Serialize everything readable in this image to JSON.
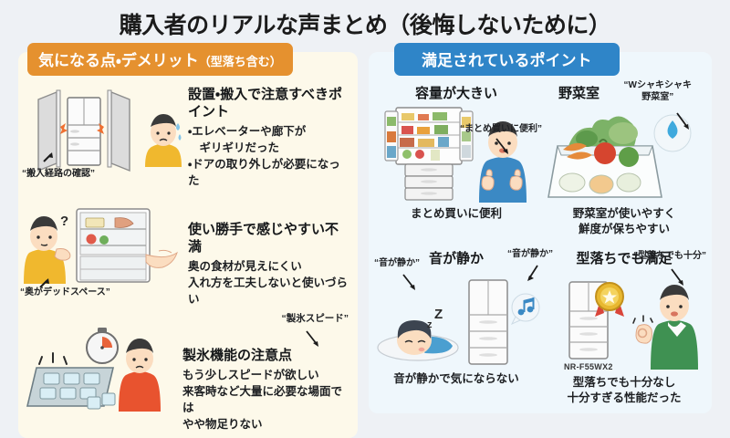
{
  "page_title": "購入者のリアルな声まとめ（後悔しないために）",
  "colors": {
    "background": "#eef1f5",
    "left_header": "#e5912f",
    "left_panel": "#fdf9ea",
    "right_header": "#2f85c8",
    "right_panel": "#eff7fc"
  },
  "left_panel": {
    "header_main": "気になる点・デメリット",
    "header_sub": "（型落ち含む）",
    "blocks": [
      {
        "heading": "設置・搬入で注意すべきポイント",
        "body": "・エレベーターや廊下が\n　ギリギリだった\n・ドアの取り外しが必要になった",
        "quote": "“搬入経路の確認”",
        "art": "doorway-fridge-icon"
      },
      {
        "heading": "使い勝手で感じやすい不満",
        "body": "奥の食材が見えにくい\n入れ方を工夫しないと使いづらい",
        "quote": "“奥がデッドスペース”",
        "art": "open-fridge-person-icon"
      },
      {
        "heading": "製氷機能の注意点",
        "body": "もう少しスピードが欲しい\n来客時など大量に必要な場面では\nやや物足りない",
        "quote": "“製氷スピード”",
        "art": "ice-tray-timer-icon"
      }
    ]
  },
  "right_panel": {
    "header": "満足されているポイント",
    "cells": [
      {
        "heading": "容量が大きい",
        "quote": "“まとめ買いに便利”",
        "caption": "まとめ買いに便利",
        "art": "stocked-fridge-thumbsup-icon"
      },
      {
        "heading": "野菜室",
        "quote": "“Wシャキシャキ\n野菜室”",
        "caption": "野菜室が使いやすく\n鮮度が保ちやすい",
        "art": "vegetable-drawer-icon"
      },
      {
        "heading": "音が静か",
        "quote": "“音が静か”",
        "quote2": "“音が静か”",
        "caption": "音が静かで気にならない",
        "art": "sleeping-person-quiet-fridge-icon"
      },
      {
        "heading": "型落ちでも満足",
        "quote": "“型落ちでも十分”",
        "model_number": "NR-F55WX2",
        "caption": "型落ちでも十分なし\n十分すぎる性能だった",
        "art": "medal-fridge-ok-person-icon"
      }
    ]
  }
}
